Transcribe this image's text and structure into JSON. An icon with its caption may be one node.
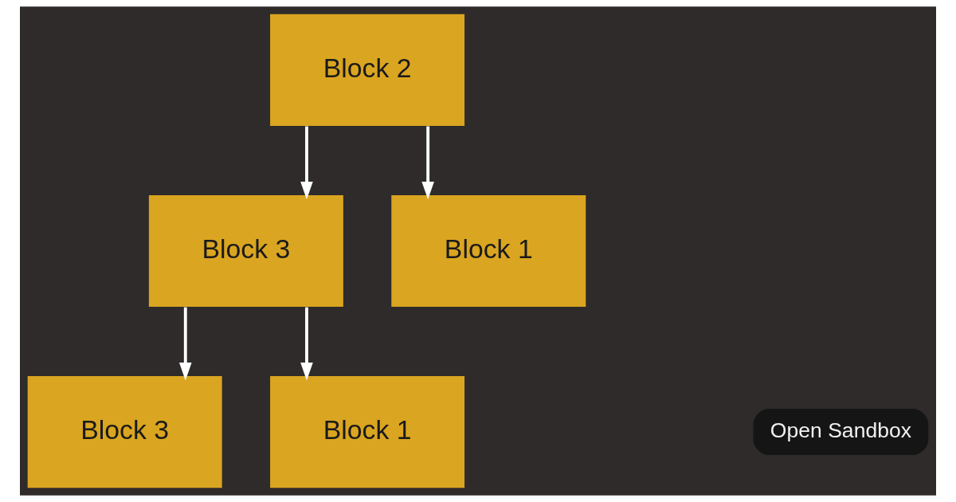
{
  "diagram": {
    "nodes": [
      {
        "text": [
          "Block 2"
        ]
      },
      {
        "text": [
          "Block 3"
        ]
      },
      {
        "text": [
          "Block 1"
        ]
      },
      {
        "text": [
          "Block 3"
        ]
      },
      {
        "text": [
          "Block 1"
        ]
      }
    ],
    "edges": [
      {
        "from": 0,
        "to": 1,
        "arrow": "to"
      },
      {
        "from": 0,
        "to": 2,
        "arrow": "to"
      },
      {
        "from": 1,
        "to": 3,
        "arrow": "to"
      },
      {
        "from": 1,
        "to": 4,
        "arrow": "to"
      }
    ],
    "labels": [
      "Open Sandbox"
    ]
  }
}
